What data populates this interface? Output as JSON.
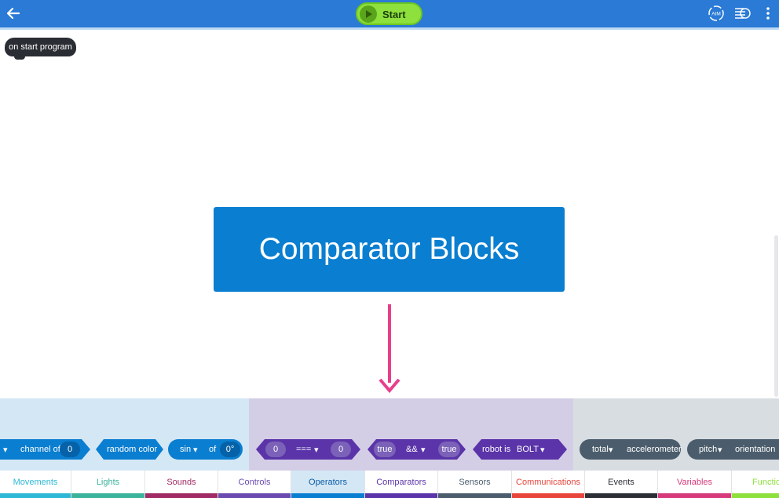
{
  "topbar": {
    "start_label": "Start",
    "icons": [
      "back-arrow-icon",
      "play-icon",
      "aim-icon",
      "sphero-menu-icon",
      "more-vert-icon"
    ],
    "aim_label": "AIM"
  },
  "canvas": {
    "hat_block_label": "on start program",
    "callout_label": "Comparator Blocks",
    "arrow_color": "#e83e8c"
  },
  "palette": {
    "operators": {
      "channel_block": {
        "label": "channel of",
        "value": "0"
      },
      "random_color_label": "random color",
      "sin_block": {
        "func": "sin",
        "of": "of",
        "value": "0°"
      }
    },
    "comparators": {
      "equal_block": {
        "left": "0",
        "op": "===",
        "right": "0"
      },
      "and_block": {
        "left": "true",
        "op": "&&",
        "right": "true"
      },
      "robot_block": {
        "label": "robot is",
        "value": "BOLT"
      }
    },
    "sensors": {
      "accel_block": {
        "dropdown": "total",
        "label": "accelerometer"
      },
      "orientation_block": {
        "dropdown": "pitch",
        "label": "orientation"
      }
    }
  },
  "tabs": [
    {
      "label": "Movements",
      "color": "#2eb8d6",
      "active": false
    },
    {
      "label": "Lights",
      "color": "#3cb39b",
      "active": false
    },
    {
      "label": "Sounds",
      "color": "#a02a64",
      "active": false
    },
    {
      "label": "Controls",
      "color": "#6a4bb0",
      "active": false
    },
    {
      "label": "Operators",
      "color": "#0a7ed0",
      "active": true
    },
    {
      "label": "Comparators",
      "color": "#5a34a8",
      "active": false
    },
    {
      "label": "Sensors",
      "color": "#4b5d6c",
      "active": false
    },
    {
      "label": "Communications",
      "color": "#e8453c",
      "active": false
    },
    {
      "label": "Events",
      "color": "#2b2e34",
      "active": false
    },
    {
      "label": "Variables",
      "color": "#d63a7a",
      "active": false
    },
    {
      "label": "Functions",
      "color": "#8ee03c",
      "active": false
    }
  ]
}
